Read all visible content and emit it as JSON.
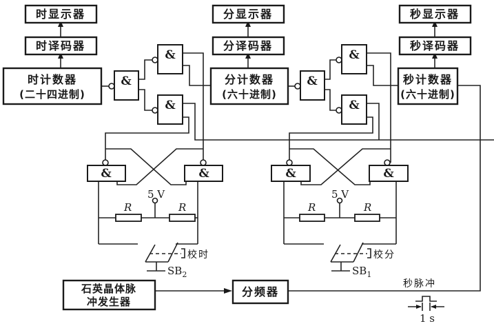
{
  "diagram": {
    "title": "数字钟电路框图",
    "hour_chain": {
      "display": "时显示器",
      "decoder": "时译码器",
      "counter_line1": "时计数器",
      "counter_line2": "(二十四进制)"
    },
    "minute_chain": {
      "display": "分显示器",
      "decoder": "分译码器",
      "counter_line1": "分计数器",
      "counter_line2": "(六十进制)"
    },
    "second_chain": {
      "display": "秒显示器",
      "decoder": "秒译码器",
      "counter_line1": "秒计数器",
      "counter_line2": "(六十进制)"
    },
    "gate_symbol": "&",
    "hour_adjust": {
      "supply": "5 V",
      "resistor_left": "R",
      "resistor_right": "R",
      "switch_label": "校时",
      "switch_name": "SB",
      "switch_subscript": "2"
    },
    "minute_adjust": {
      "supply": "5 V",
      "resistor_left": "R",
      "resistor_right": "R",
      "switch_label": "校分",
      "switch_name": "SB",
      "switch_subscript": "1"
    },
    "oscillator_line1": "石英晶体脉",
    "oscillator_line2": "冲发生器",
    "divider": "分频器",
    "pulse_label": "秒脉冲",
    "pulse_period": "1 s"
  }
}
